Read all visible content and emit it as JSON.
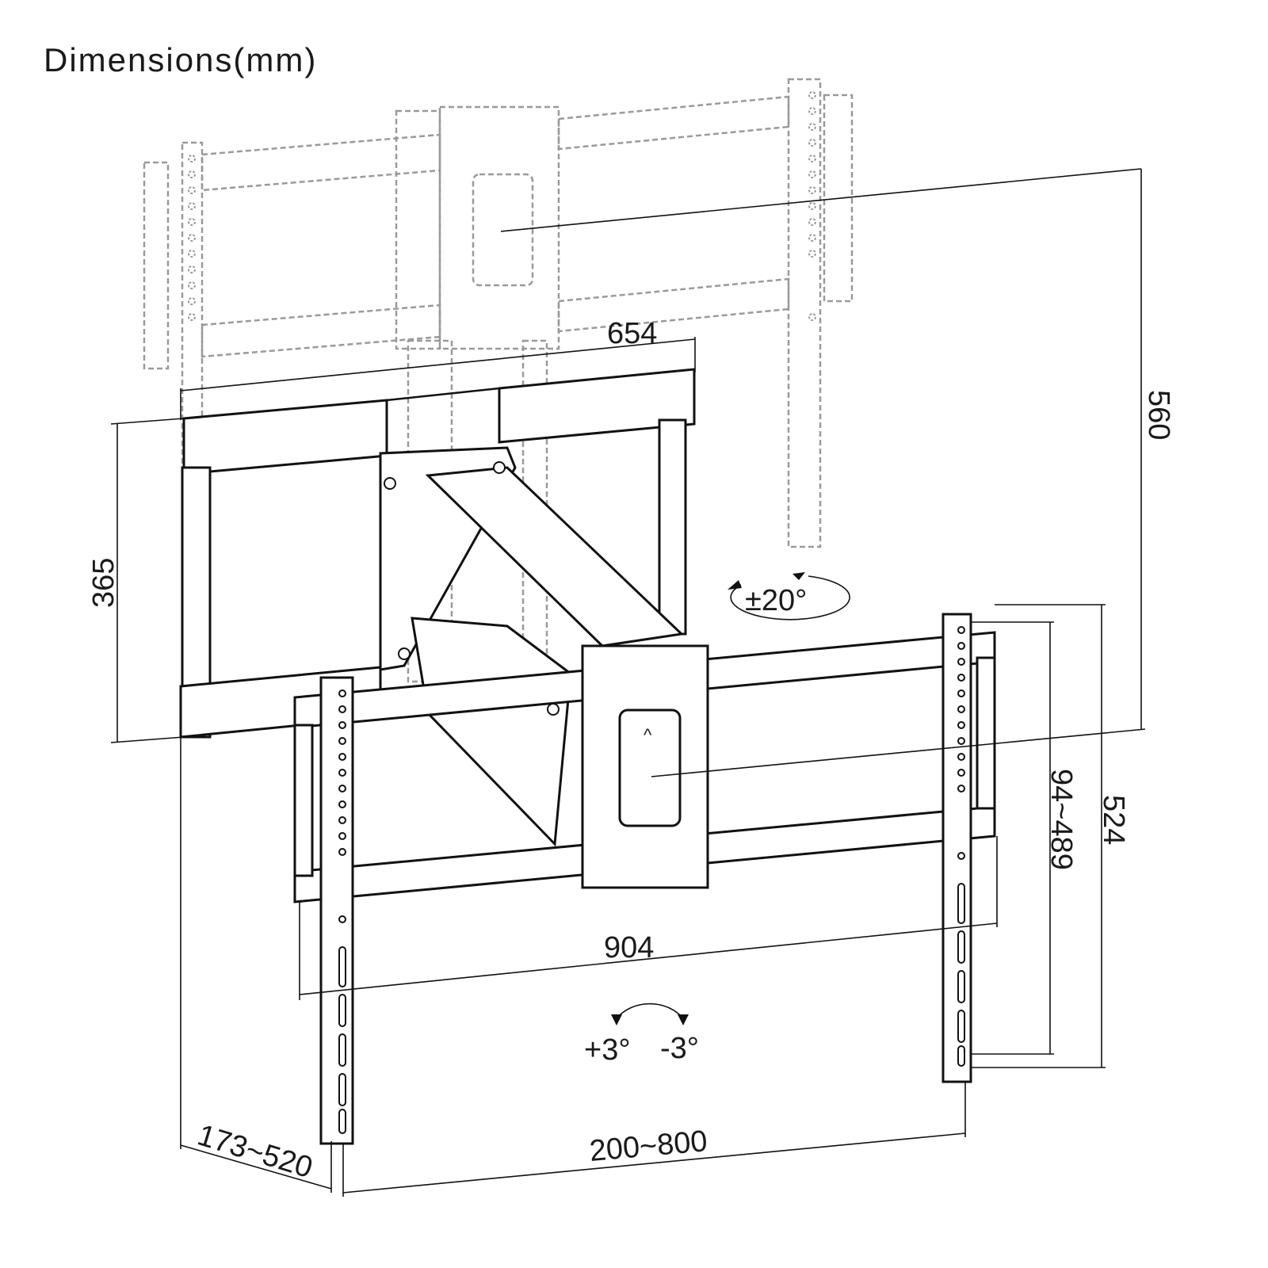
{
  "title": "Dimensions(mm)",
  "dimensions": {
    "arm_width": "654",
    "total_height": "560",
    "arm_height": "365",
    "swivel": "±20°",
    "vertical_hole_range": "94~489",
    "bracket_height": "524",
    "bracket_width": "904",
    "tilt_up": "+3°",
    "tilt_down": "-3°",
    "wall_distance": "173~520",
    "horizontal_hole_range": "200~800"
  }
}
